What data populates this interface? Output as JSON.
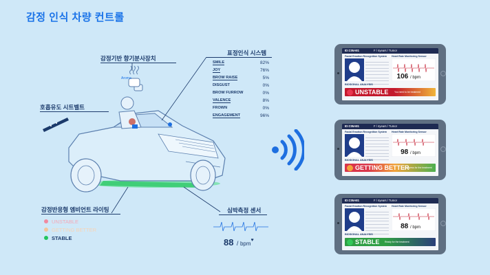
{
  "title": "감정 인식 차량 컨트롤",
  "aroma": {
    "label": "감정기반 향기분사장치",
    "icon_text": "Aroma"
  },
  "breathing": {
    "label": "호흡유도 시트벨트"
  },
  "expression": {
    "label": "표정인식 시스템",
    "rows": [
      {
        "name": "SMILE",
        "value": "82%"
      },
      {
        "name": "JOY",
        "value": "76%"
      },
      {
        "name": "BROW RAISE",
        "value": "5%"
      },
      {
        "name": "DISGUST",
        "value": "0%"
      },
      {
        "name": "BROW FURROW",
        "value": "0%"
      },
      {
        "name": "VALENCE",
        "value": "8%"
      },
      {
        "name": "FROWN",
        "value": "0%"
      },
      {
        "name": "ENGAGEMENT",
        "value": "96%"
      }
    ]
  },
  "ambient": {
    "label": "감정반응형 엠비언트 라이팅",
    "items": [
      {
        "label": "UNSTABLE",
        "color": "#f08aa0"
      },
      {
        "label": "GETTING BETTER",
        "color": "#f4c59a"
      },
      {
        "label": "STABLE",
        "color": "#22c55e"
      }
    ]
  },
  "heart": {
    "label": "심박측정 센서",
    "value": "88",
    "unit": "bpm"
  },
  "tablets": [
    {
      "id": "ID:C05A81",
      "meta": "F / 4years / Tumor",
      "face_label": "Facial Emotion Recognition System",
      "hr_label": "Heart Rate Monitoring Sensor",
      "bpm": "106",
      "unit": "bpm",
      "bio_label": "BIOSIGNAL ANALYSIS",
      "status": "UNSTABLE",
      "message": "You need to be treatment",
      "bar_color": "#c3192d",
      "bar_end": "#f0b53a",
      "emoji_color": "#e8364f"
    },
    {
      "id": "ID:C05A81",
      "meta": "F / 4years / Tumor",
      "face_label": "Facial Emotion Recognition System",
      "hr_label": "Heart Rate Monitoring Sensor",
      "bpm": "98",
      "unit": "bpm",
      "bio_label": "BIOSIGNAL ANALYSIS",
      "status": "GETTING BETTER",
      "message": "Is progress for the treatment",
      "bar_color": "#d9354a",
      "bar_end": "#4caf50",
      "emoji_color": "#f2a33a"
    },
    {
      "id": "ID:C05A81",
      "meta": "F / 4years / Tumor",
      "face_label": "Facial Emotion Recognition System",
      "hr_label": "Heart Rate Monitoring Sensor",
      "bpm": "88",
      "unit": "bpm",
      "bio_label": "BIOSIGNAL ANALYSIS",
      "status": "STABLE",
      "message": "Ready for the treatment",
      "bar_color": "#2f9e44",
      "bar_end": "#2c3f7a",
      "emoji_color": "#34c759"
    }
  ],
  "colors": {
    "accent": "#1a73e8",
    "navy": "#1b3a6b",
    "wifi": "#1e6fe0",
    "glow": "#2bd46a"
  }
}
